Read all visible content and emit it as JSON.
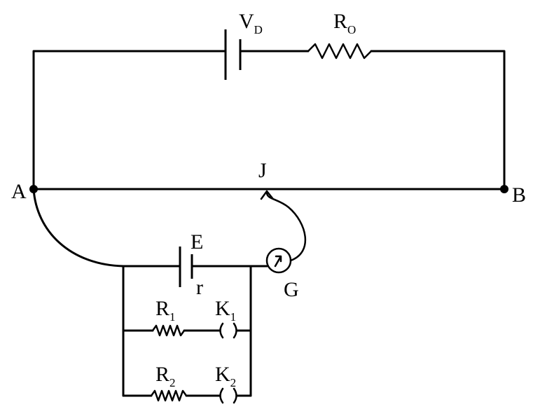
{
  "labels": {
    "vd_main": "V",
    "vd_sub": "D",
    "ro_main": "R",
    "ro_sub": "O",
    "a": "A",
    "b": "B",
    "j": "J",
    "e": "E",
    "r": "r",
    "g": "G",
    "r1_main": "R",
    "r1_sub": "1",
    "k1_main": "K",
    "k1_sub": "1",
    "r2_main": "R",
    "r2_sub": "2",
    "k2_main": "K",
    "k2_sub": "2"
  }
}
